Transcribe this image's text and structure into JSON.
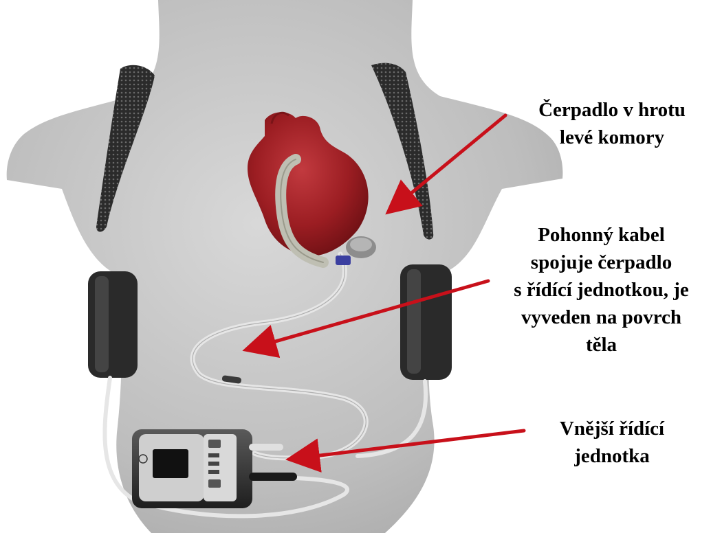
{
  "labels": {
    "pump": [
      "Čerpadlo v hrotu",
      "levé komory"
    ],
    "cable": [
      "Pohonný kabel",
      "spojuje čerpadlo",
      "s řídící jednotkou, je",
      "vyveden na povrch",
      "těla"
    ],
    "controller": [
      "Vnější řídící",
      "jednotka"
    ]
  },
  "colors": {
    "arrow": "#c8101a",
    "body": "#c9c9c9",
    "heart": "#9b1d22",
    "strap": "#2f2f2f",
    "cable": "#e4e4e4"
  }
}
